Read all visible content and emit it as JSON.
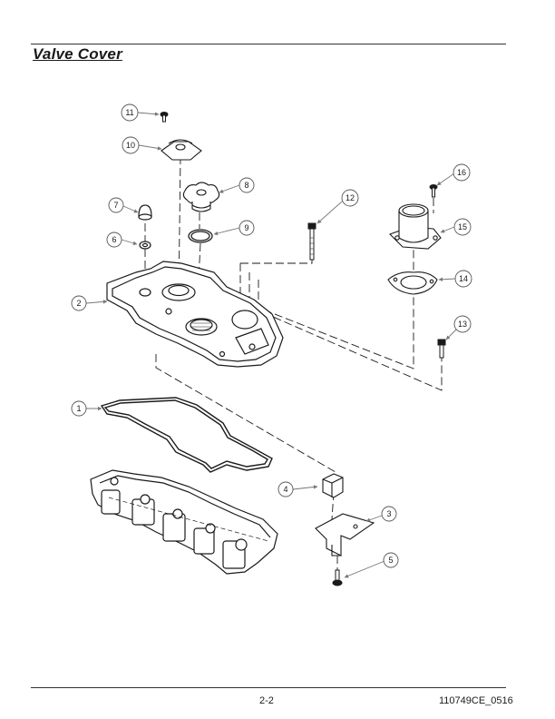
{
  "header": {
    "title": "Valve Cover"
  },
  "footer": {
    "page_number": "2-2",
    "document_code": "110749CE_0516"
  },
  "callouts": [
    "1",
    "2",
    "3",
    "4",
    "5",
    "6",
    "7",
    "8",
    "9",
    "10",
    "11",
    "12",
    "13",
    "14",
    "15",
    "16"
  ],
  "colors": {
    "line": "#1a1a1a",
    "leader": "#777777"
  }
}
